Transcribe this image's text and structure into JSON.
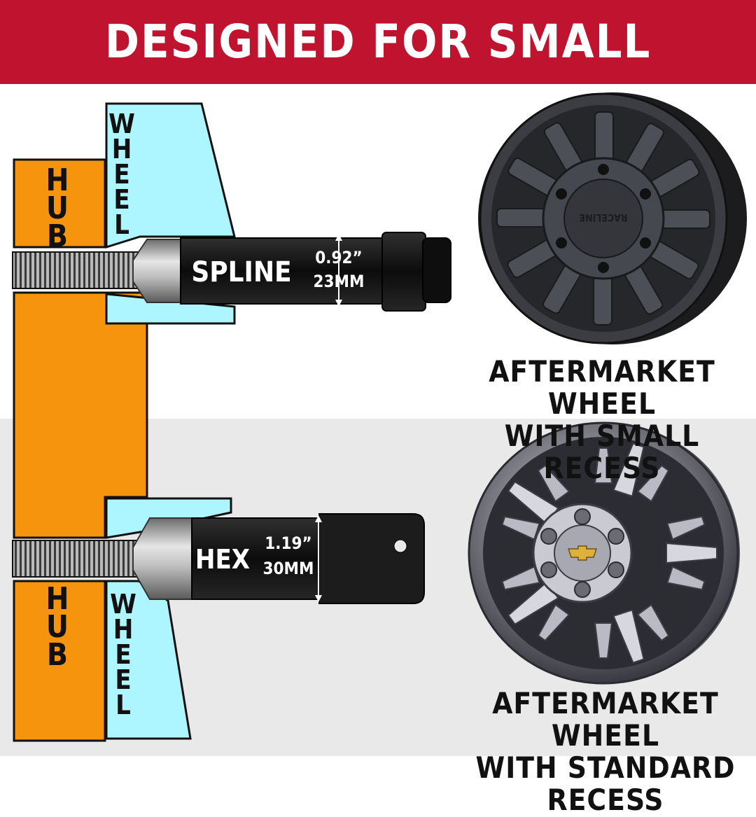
{
  "banner": {
    "title": "DESIGNED FOR SMALL RECESSES"
  },
  "top_diagram": {
    "hub_label": [
      "H",
      "U",
      "B"
    ],
    "wheel_label": [
      "W",
      "H",
      "E",
      "E",
      "L"
    ],
    "lug_name": "SPLINE",
    "size_inch": "0.92”",
    "size_mm": "23MM"
  },
  "bottom_diagram": {
    "hub_label": [
      "H",
      "U",
      "B"
    ],
    "wheel_label": [
      "W",
      "H",
      "E",
      "E",
      "L"
    ],
    "lug_name": "HEX",
    "size_inch": "1.19”",
    "size_mm": "30MM"
  },
  "wheel_top": {
    "brand_lettering": "RACELINE",
    "caption_line1": "AFTERMARKET WHEEL",
    "caption_line2": "WITH SMALL RECESS"
  },
  "wheel_bottom": {
    "caption_line1": "AFTERMARKET WHEEL",
    "caption_line2": "WITH STANDARD RECESS"
  },
  "colors": {
    "banner": "#c0132f",
    "hub": "#f7940d",
    "wheel": "#aef6ff",
    "lug": "#121212",
    "bottom_bg": "#e9e9ea"
  }
}
